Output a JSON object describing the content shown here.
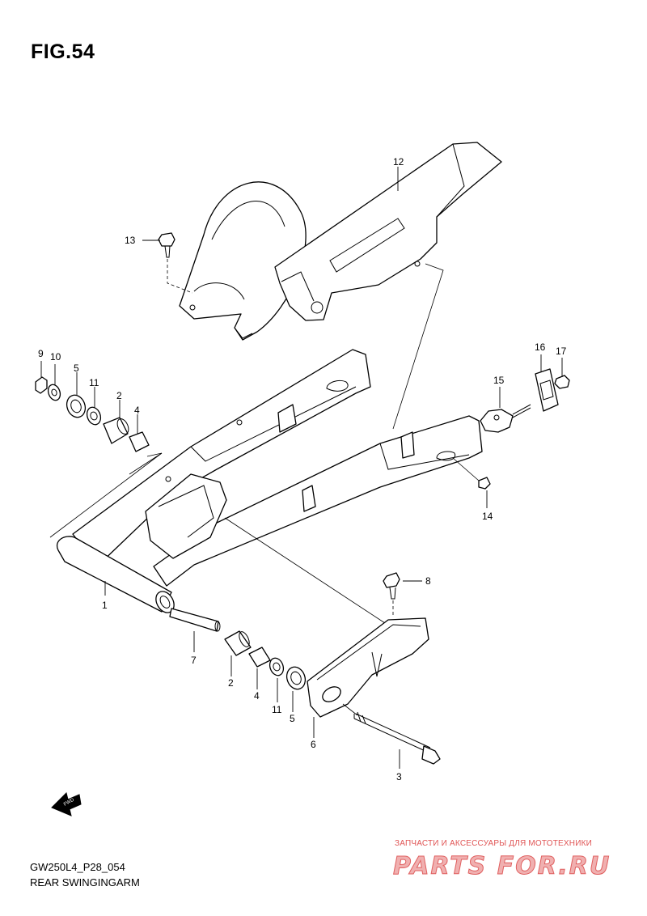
{
  "figure": {
    "title": "FIG.54",
    "model_code": "GW250L4_P28_054",
    "caption": "REAR SWINGINGARM"
  },
  "callouts": {
    "p1": "1",
    "p2a": "2",
    "p2b": "2",
    "p3": "3",
    "p4a": "4",
    "p4b": "4",
    "p5a": "5",
    "p5b": "5",
    "p6": "6",
    "p7": "7",
    "p8": "8",
    "p9": "9",
    "p10": "10",
    "p11a": "11",
    "p11b": "11",
    "p12": "12",
    "p13": "13",
    "p14": "14",
    "p15": "15",
    "p16": "16",
    "p17": "17"
  },
  "fwd_icon": {
    "label": "FWD",
    "icon": "forward-arrow-icon"
  },
  "watermark": {
    "tagline": "ЗАПЧАСТИ И АКСЕССУАРЫ ДЛЯ МОТОТЕХНИКИ",
    "logo": "PARTS FOR.RU",
    "color": "#e05555"
  }
}
